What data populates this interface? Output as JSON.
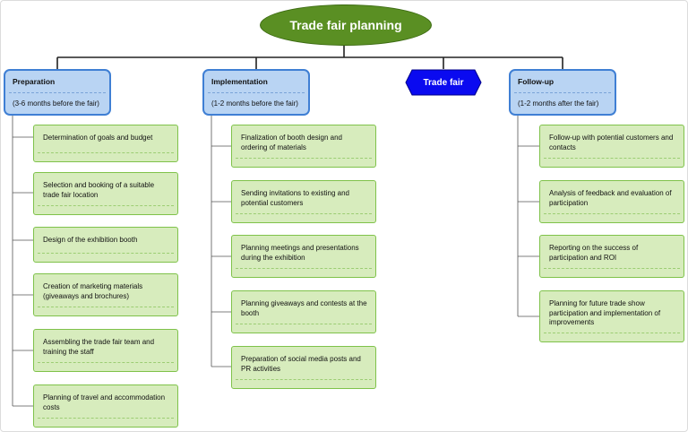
{
  "root": {
    "title": "Trade fair planning"
  },
  "phases": [
    {
      "title": "Preparation",
      "subtitle": "(3-6 months before the fair)"
    },
    {
      "title": "Implementation",
      "subtitle": "(1-2 months before the fair)"
    },
    {
      "title": "Follow-up",
      "subtitle": "(1-2 months after the fair)"
    }
  ],
  "milestone": {
    "label": "Trade fair"
  },
  "preparation_tasks": [
    "Determination of goals and budget",
    "Selection and booking of a suitable trade fair location",
    "Design of the exhibition booth",
    "Creation of marketing materials (giveaways and brochures)",
    "Assembling the trade fair team and training the staff",
    "Planning of travel and accommodation costs"
  ],
  "implementation_tasks": [
    "Finalization of booth design and ordering of materials",
    "Sending invitations to existing and potential customers",
    "Planning meetings and presentations during the exhibition",
    "Planning giveaways and contests at the booth",
    "Preparation of social media posts and PR activities"
  ],
  "followup_tasks": [
    "Follow-up with potential customers and contacts",
    "Analysis of feedback and evaluation of participation",
    "Reporting on the success of participation and ROI",
    "Planning for future trade show participation and implementation of improvements"
  ],
  "colors": {
    "root_fill": "#5a8f23",
    "phase_fill": "#b9d4f3",
    "phase_border": "#3f7fd4",
    "milestone_fill": "#0a0af0",
    "task_fill": "#d7ecbd",
    "task_border": "#7fc24a"
  }
}
